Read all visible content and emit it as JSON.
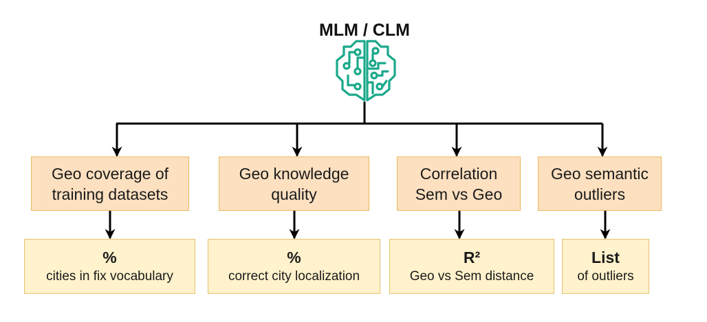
{
  "root": {
    "title": "MLM / CLM",
    "icon": "brain-circuit-icon",
    "icon_color": "#1aa88a"
  },
  "tasks": [
    {
      "label_line1": "Geo coverage of",
      "label_line2": "training datasets",
      "metric_head": "%",
      "metric_desc": "cities in fix vocabulary"
    },
    {
      "label_line1": "Geo knowledge",
      "label_line2": "quality",
      "metric_head": "%",
      "metric_desc": "correct city localization"
    },
    {
      "label_line1": "Correlation",
      "label_line2": "Sem vs Geo",
      "metric_head": "R²",
      "metric_desc": "Geo vs Sem distance"
    },
    {
      "label_line1": "Geo semantic",
      "label_line2": "outliers",
      "metric_head": "List",
      "metric_desc": "of outliers"
    }
  ],
  "colors": {
    "task_fill": "#fde0c0",
    "task_border": "#e8b85a",
    "metric_fill": "#fff2cc",
    "metric_border": "#e3c36b",
    "connector": "#000000"
  }
}
